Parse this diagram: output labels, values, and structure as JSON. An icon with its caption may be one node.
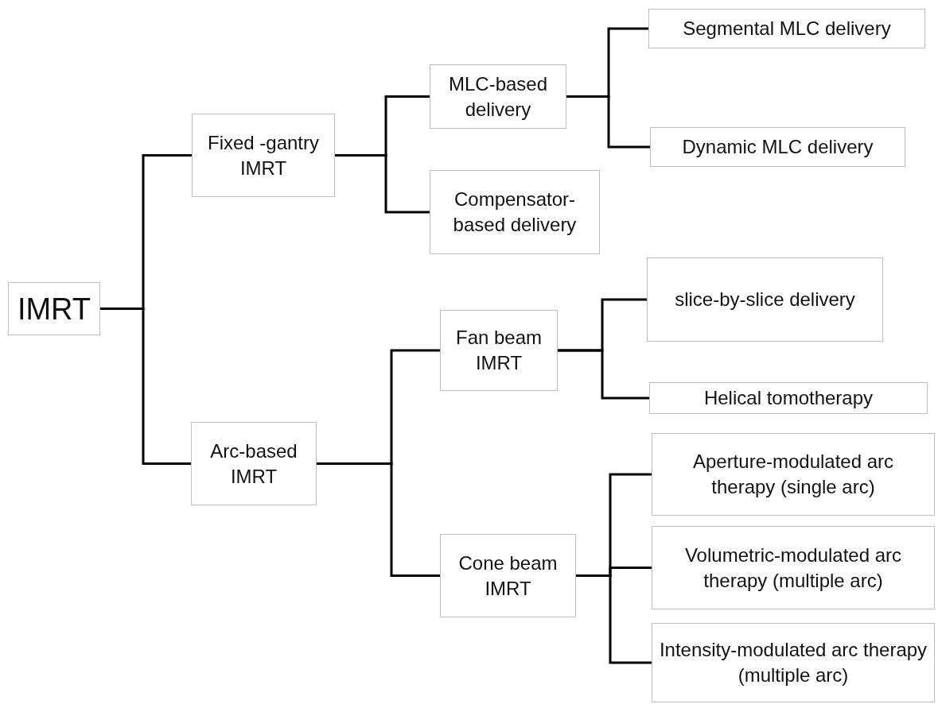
{
  "diagram": {
    "nodes": [
      {
        "text": [
          "IMRT"
        ]
      },
      {
        "text": [
          "Fixed -gantry IMRT"
        ]
      },
      {
        "text": [
          "Arc-based IMRT"
        ]
      },
      {
        "text": [
          "MLC-based delivery"
        ]
      },
      {
        "text": [
          "Compensator-based delivery"
        ]
      },
      {
        "text": [
          "Segmental MLC delivery"
        ]
      },
      {
        "text": [
          "Dynamic MLC delivery"
        ]
      },
      {
        "text": [
          "Fan beam IMRT"
        ]
      },
      {
        "text": [
          "Cone beam IMRT"
        ]
      },
      {
        "text": [
          "slice-by-slice delivery"
        ]
      },
      {
        "text": [
          "Helical tomotherapy"
        ]
      },
      {
        "text": [
          "Aperture-modulated arc therapy (single arc)"
        ]
      },
      {
        "text": [
          "Volumetric-modulated arc therapy (multiple arc)"
        ]
      },
      {
        "text": [
          "Intensity-modulated arc therapy (multiple arc)"
        ]
      }
    ],
    "edges": [
      {
        "from": 0,
        "to": 1,
        "arrow": "none"
      },
      {
        "from": 0,
        "to": 2,
        "arrow": "none"
      },
      {
        "from": 1,
        "to": 3,
        "arrow": "none"
      },
      {
        "from": 1,
        "to": 4,
        "arrow": "none"
      },
      {
        "from": 3,
        "to": 5,
        "arrow": "none"
      },
      {
        "from": 3,
        "to": 6,
        "arrow": "none"
      },
      {
        "from": 2,
        "to": 7,
        "arrow": "none"
      },
      {
        "from": 2,
        "to": 8,
        "arrow": "none"
      },
      {
        "from": 7,
        "to": 9,
        "arrow": "none"
      },
      {
        "from": 7,
        "to": 10,
        "arrow": "none"
      },
      {
        "from": 8,
        "to": 11,
        "arrow": "none"
      },
      {
        "from": 8,
        "to": 12,
        "arrow": "none"
      },
      {
        "from": 8,
        "to": 13,
        "arrow": "none"
      }
    ]
  }
}
